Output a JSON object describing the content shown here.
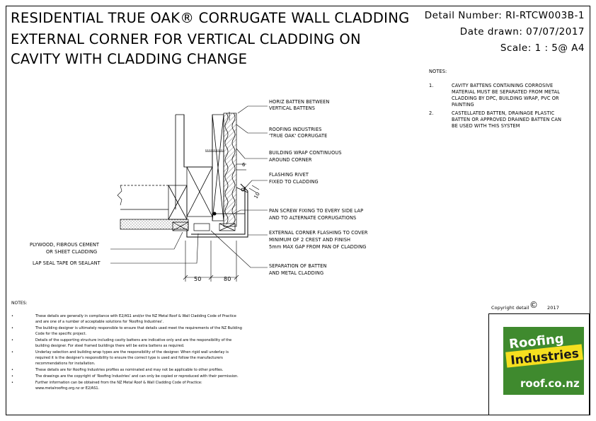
{
  "title": {
    "line1": "RESIDENTIAL TRUE OAK® CORRUGATE WALL CLADDING",
    "line2": "EXTERNAL CORNER FOR VERTICAL CLADDING ON",
    "line3": "CAVITY WITH CLADDING CHANGE"
  },
  "detail": {
    "number": "Detail Number:  RI-RTCW003B-1",
    "date": "Date drawn:  07/07/2017",
    "scale": "Scale:    1 : 5@ A4"
  },
  "notes_top": {
    "heading": "NOTES:",
    "items": [
      {
        "num": "1.",
        "lines": [
          "CAVITY BATTENS CONTAINING CORROSIVE",
          "MATERIAL MUST BE SEPARATED FROM METAL",
          "CLADDING BY DPC, BUILDING WRAP, PVC OR",
          "PAINTING"
        ]
      },
      {
        "num": "2.",
        "lines": [
          "CASTELLATED BATTEN, DRAINAGE PLASTIC",
          "BATTEN OR APPROVED DRAINED BATTEN CAN",
          "BE USED WITH THIS SYSTEM"
        ]
      }
    ]
  },
  "labels": {
    "horiz_batten": [
      "HORIZ BATTEN BETWEEN",
      "VERTICAL BATTENS"
    ],
    "roofing_corrugate": [
      "ROOFING INDUSTRIES",
      "'TRUE OAK' CORRUGATE"
    ],
    "building_wrap": [
      "BUILDING WRAP CONTINUOUS",
      "AROUND CORNER"
    ],
    "flashing_rivet": [
      "FLASHING RIVET",
      "FIXED TO CLADDING"
    ],
    "pan_screw": [
      "PAN SCREW FIXING TO EVERY SIDE LAP",
      "AND TO ALTERNATE CORRUGATIONS"
    ],
    "ext_corner": [
      "EXTERNAL CORNER FLASHING TO COVER",
      "MINIMUM OF 2 CREST AND FINISH",
      "5mm MAX GAP FROM PAN OF CLADDING"
    ],
    "separation": [
      "SEPARATION OF BATTEN",
      "AND METAL CLADDING"
    ],
    "plywood": [
      "PLYWOOD, FIBROUS CEMENT",
      "OR SHEET CLADDING"
    ],
    "lap_seal": "LAP SEAL TAPE OR SEALANT",
    "dim_50": "50",
    "dim_80": "80",
    "dim_6": "6",
    "dim_10": "10"
  },
  "notes_bottom": {
    "heading": "NOTES:",
    "items": [
      [
        "These details are generally in compliance with E2/AS1 and/or the NZ Metal Roof & Wall Cladding Code of Practice",
        "and are one of a number of acceptable solutions for 'Roofing Industries'."
      ],
      [
        "The building designer is ultimately responsible to ensure that details used meet the requirements of the NZ Building",
        "Code for the specific project."
      ],
      [
        "Details of the supporting structure including cavity battens are indicative only and are the responsibility of the",
        "building designer.  For steel framed buildings there will be extra battens as required."
      ],
      [
        "Underlay selection and building wrap types are the responsibility of the designer.  When rigid wall underlay is",
        "required it is the designer's responsibility to ensure the correct type is used and follow the manufacturers",
        "recommendations for installation."
      ],
      [
        "These details are for Roofing Industries profiles as nominated and may not be applicable to other profiles."
      ],
      [
        "The drawings are the copyright of 'Roofing Industries' and can only be copied or reproduced with their permission."
      ],
      [
        "Further information can be obtained from the NZ Metal Roof & Wall Cladding Code of Practice:",
        "www.metalroofing.org.nz or E2/AS1."
      ]
    ]
  },
  "copyright": "Copyright detail",
  "copyright_year": "2017",
  "logo": {
    "word1": "Roofing",
    "word2": "Industries",
    "url": "roof.co.nz",
    "green": "#3f8a2e",
    "yellow": "#f5df1f"
  }
}
